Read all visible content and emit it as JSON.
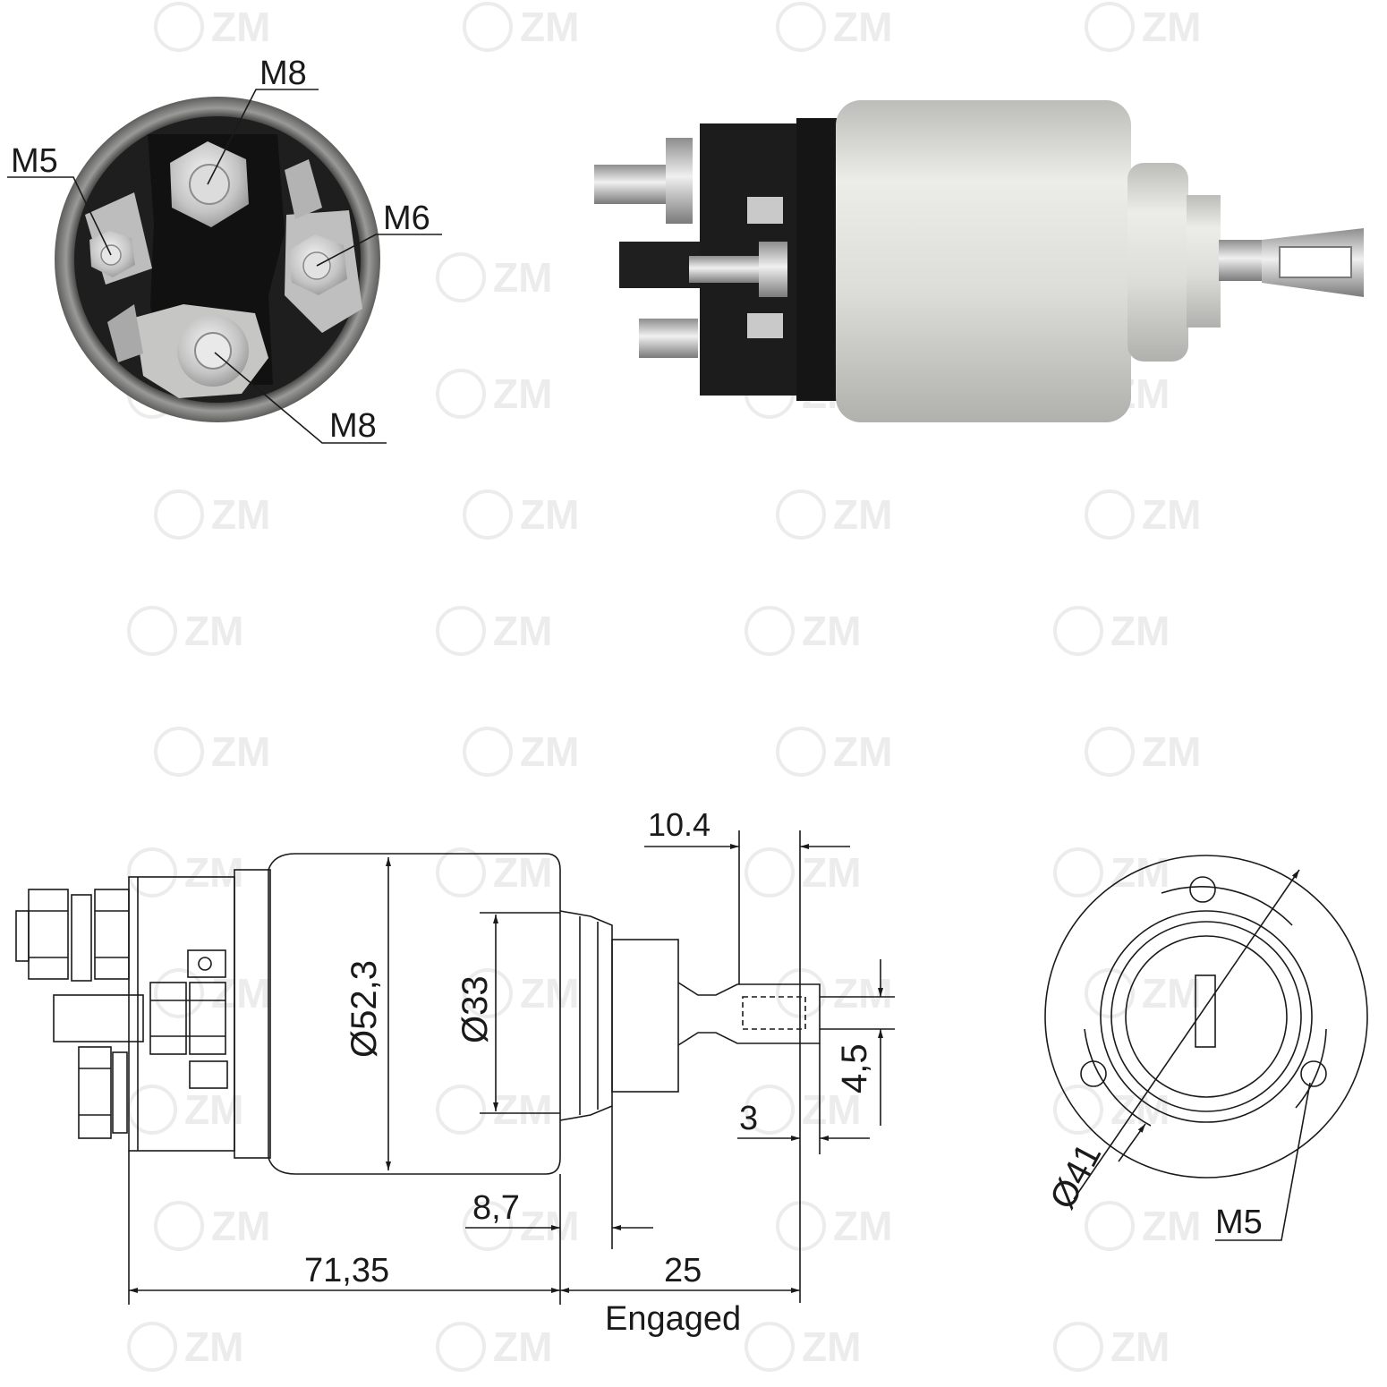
{
  "watermark": {
    "text": "ZM",
    "color": "#ececec",
    "icon": "zm-logo-icon"
  },
  "photos": {
    "end_view": {
      "labels": {
        "m8_top": "M8",
        "m5": "M5",
        "m6": "M6",
        "m8_bottom": "M8"
      }
    },
    "side_view": {}
  },
  "drawing": {
    "side": {
      "dim_10_4": "10.4",
      "dim_52_3": "Ø52,3",
      "dim_33": "Ø33",
      "dim_4_5": "4,5",
      "dim_3": "3",
      "dim_8_7": "8,7",
      "dim_71_35": "71,35",
      "dim_25": "25",
      "engaged": "Engaged"
    },
    "end": {
      "dim_41": "Ø41",
      "m5": "M5"
    }
  },
  "colors": {
    "line": "#1a1a1a",
    "body_silver": "#d9d9d6",
    "cap_black": "#1c1c1c",
    "metal": "#c8c8c8"
  }
}
